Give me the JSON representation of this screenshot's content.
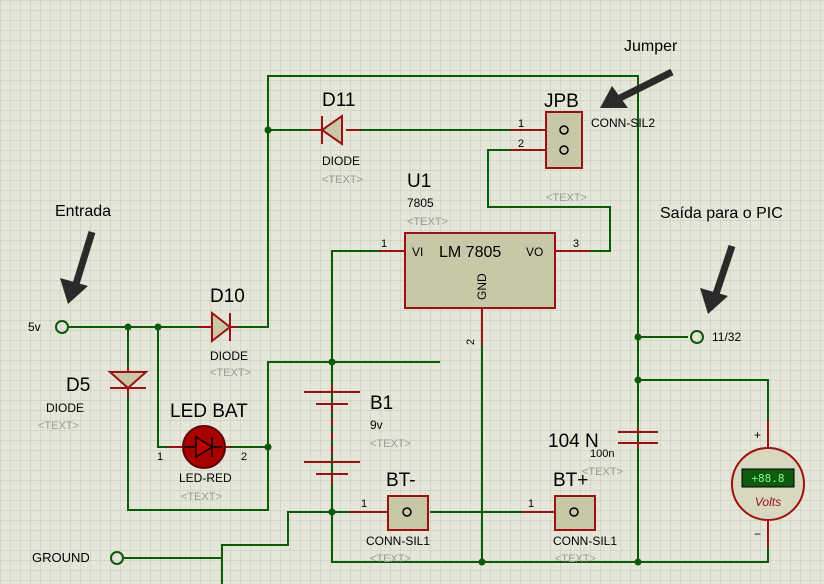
{
  "annotations": {
    "jumper": "Jumper",
    "entrada": "Entrada",
    "saida": "Saída para o PIC"
  },
  "terminals": {
    "input": "5v",
    "output": "11/32",
    "ground": "GROUND"
  },
  "d11": {
    "ref": "D11",
    "type": "DIODE",
    "text": "<TEXT>"
  },
  "d10": {
    "ref": "D10",
    "type": "DIODE",
    "text": "<TEXT>"
  },
  "d5": {
    "ref": "D5",
    "type": "DIODE",
    "text": "<TEXT>"
  },
  "jpb": {
    "ref": "JPB",
    "type": "CONN-SIL2",
    "text": "<TEXT>",
    "pin1": "1",
    "pin2": "2"
  },
  "u1": {
    "ref": "U1",
    "value": "7805",
    "text": "<TEXT>",
    "body": "LM 7805",
    "vi": "VI",
    "vo": "VO",
    "gnd": "GND",
    "pin1": "1",
    "pin2": "2",
    "pin3": "3"
  },
  "led": {
    "ref": "LED BAT",
    "type": "LED-RED",
    "text": "<TEXT>",
    "pin1": "1",
    "pin2": "2"
  },
  "b1": {
    "ref": "B1",
    "value": "9v",
    "text": "<TEXT>"
  },
  "btm": {
    "ref": "BT-",
    "type": "CONN-SIL1",
    "text": "<TEXT>",
    "pin1": "1"
  },
  "btp": {
    "ref": "BT+",
    "type": "CONN-SIL1",
    "text": "<TEXT>",
    "pin1": "1"
  },
  "cap": {
    "ref": "104 N",
    "value": "100n",
    "text": "<TEXT>"
  },
  "voltmeter": {
    "display": "+88.8",
    "unit": "Volts",
    "plus": "+",
    "minus": "−"
  },
  "colors": {
    "wire": "#0b5a0b",
    "lead": "#9b1010",
    "grid": "#c7c7b8",
    "background": "#e6e6d8",
    "component": "#c8c8a8"
  }
}
